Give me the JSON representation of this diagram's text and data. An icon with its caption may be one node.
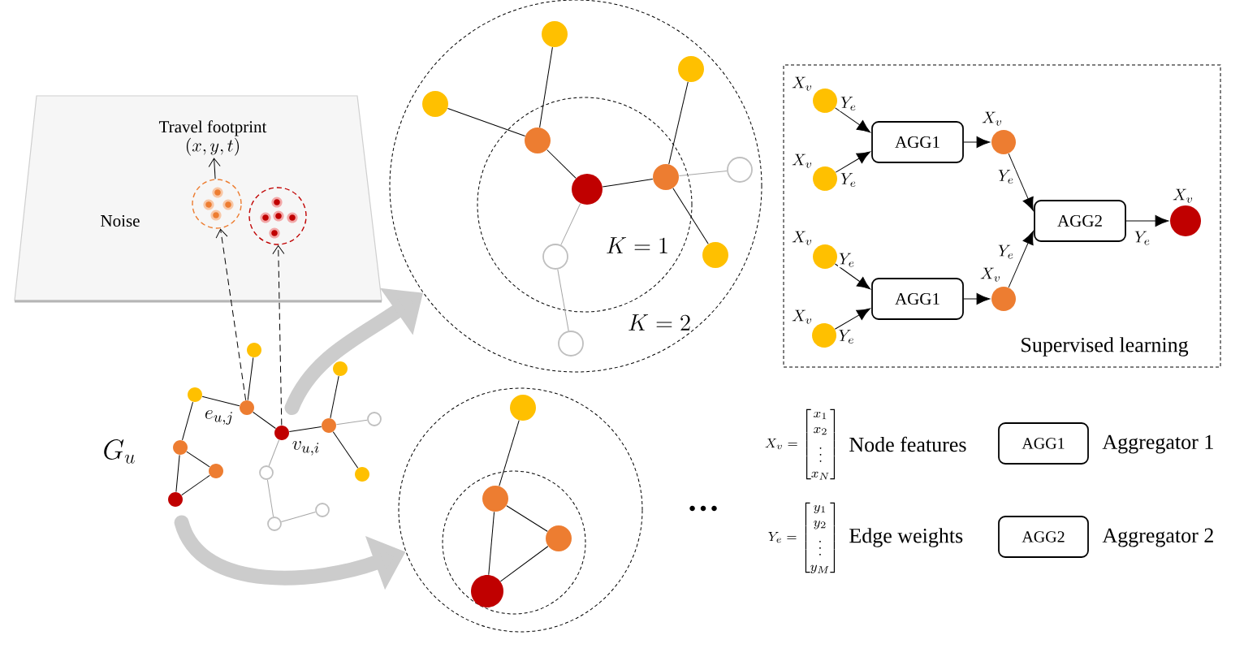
{
  "diagram": {
    "nodes": [
      {
        "text": [
          "Noise"
        ]
      },
      {
        "text": [
          "Travel footprint",
          "(x,y,t)"
        ],
        "in": 0
      },
      {
        "text": [],
        "shape": "circle",
        "in": 0
      },
      {
        "text": [],
        "shape": "circle",
        "in": 0
      },
      {
        "text": [],
        "shape": "circle"
      },
      {
        "text": [],
        "shape": "circle"
      },
      {
        "text": [],
        "shape": "circle"
      },
      {
        "text": [],
        "shape": "circle",
        "beside": [
          "v_{u,i}"
        ]
      },
      {
        "text": [],
        "shape": "circle"
      },
      {
        "text": [],
        "shape": "circle"
      },
      {
        "text": [],
        "shape": "circle"
      },
      {
        "text": [],
        "shape": "circle"
      },
      {
        "text": [],
        "shape": "circle"
      },
      {
        "text": [],
        "shape": "circle"
      },
      {
        "text": [],
        "shape": "circle"
      },
      {
        "text": [],
        "shape": "circle"
      },
      {
        "text": [],
        "shape": "circle"
      },
      {
        "text": [],
        "shape": "circle"
      },
      {
        "text": [
          "K = 2"
        ]
      },
      {
        "text": [
          "K = 1"
        ],
        "in": 18
      },
      {
        "text": [],
        "shape": "circle",
        "in": 18
      },
      {
        "text": [],
        "shape": "circle",
        "in": 18
      },
      {
        "text": [],
        "shape": "circle",
        "in": 18
      },
      {
        "text": [],
        "shape": "circle",
        "in": 19
      },
      {
        "text": [],
        "shape": "circle",
        "in": 19
      },
      {
        "text": [],
        "shape": "circle",
        "in": 19
      },
      {
        "text": [],
        "shape": "circle",
        "in": 18
      },
      {
        "text": [],
        "shape": "circle",
        "in": 18
      },
      {
        "text": [],
        "shape": "circle",
        "in": 19
      },
      {
        "text": [],
        "shape": "circle",
        "in": 18
      },
      {
        "text": [],
        "shape": "circle"
      },
      {
        "text": [],
        "shape": "circle",
        "in": 30
      },
      {
        "text": [],
        "shape": "circle",
        "in": 30
      },
      {
        "text": [],
        "shape": "circle",
        "in": 31
      },
      {
        "text": [],
        "shape": "circle",
        "in": 31
      },
      {
        "text": [],
        "shape": "circle",
        "in": 31
      },
      {
        "text": [
          "Supervised learning"
        ]
      },
      {
        "text": [],
        "shape": "circle",
        "in": 36,
        "beside": [
          "X_v"
        ]
      },
      {
        "text": [],
        "shape": "circle",
        "in": 36,
        "beside": [
          "X_v"
        ]
      },
      {
        "text": [
          "AGG1"
        ],
        "in": 36
      },
      {
        "text": [],
        "shape": "circle",
        "in": 36,
        "beside": [
          "X_v"
        ]
      },
      {
        "text": [],
        "shape": "circle",
        "in": 36,
        "beside": [
          "X_v"
        ]
      },
      {
        "text": [],
        "shape": "circle",
        "in": 36,
        "beside": [
          "X_v"
        ]
      },
      {
        "text": [
          "AGG1"
        ],
        "in": 36
      },
      {
        "text": [],
        "shape": "circle",
        "in": 36,
        "beside": [
          "X_v"
        ]
      },
      {
        "text": [
          "AGG2"
        ],
        "in": 36
      },
      {
        "text": [],
        "shape": "circle",
        "in": 36,
        "beside": [
          "X_v"
        ]
      },
      {
        "text": [
          "AGG1"
        ],
        "beside": [
          "Aggregator 1"
        ]
      },
      {
        "text": [
          "AGG2"
        ],
        "beside": [
          "Aggregator 2"
        ]
      }
    ],
    "edges": [
      {
        "from": 4,
        "to": 6,
        "arrow": "none",
        "label": "e_{u,j}"
      },
      {
        "from": 5,
        "to": 6,
        "arrow": "none"
      },
      {
        "from": 6,
        "to": 7,
        "arrow": "none"
      },
      {
        "from": 7,
        "to": 8,
        "arrow": "none"
      },
      {
        "from": 8,
        "to": 9,
        "arrow": "none"
      },
      {
        "from": 8,
        "to": 10,
        "arrow": "none",
        "color": "#a6a6a6"
      },
      {
        "from": 8,
        "to": 11,
        "arrow": "none"
      },
      {
        "from": 4,
        "to": 12,
        "arrow": "none"
      },
      {
        "from": 12,
        "to": 13,
        "arrow": "none"
      },
      {
        "from": 12,
        "to": 14,
        "arrow": "none"
      },
      {
        "from": 13,
        "to": 14,
        "arrow": "none"
      },
      {
        "from": 7,
        "to": 15,
        "arrow": "none",
        "color": "#a6a6a6"
      },
      {
        "from": 15,
        "to": 16,
        "arrow": "none",
        "color": "#a6a6a6"
      },
      {
        "from": 16,
        "to": 17,
        "arrow": "none",
        "color": "#a6a6a6"
      },
      {
        "from": 6,
        "to": 2,
        "arrow": "to",
        "style": "dashed"
      },
      {
        "from": 7,
        "to": 3,
        "arrow": "to",
        "style": "dashed"
      },
      {
        "from": 2,
        "to": 1,
        "arrow": "to"
      },
      {
        "from": 7,
        "to": 18,
        "arrow": "to",
        "style": "thick",
        "color": "#cccccc"
      },
      {
        "from": 14,
        "to": 30,
        "arrow": "to",
        "style": "thick",
        "color": "#cccccc"
      },
      {
        "from": 20,
        "to": 23,
        "arrow": "none"
      },
      {
        "from": 21,
        "to": 23,
        "arrow": "none"
      },
      {
        "from": 23,
        "to": 24,
        "arrow": "none"
      },
      {
        "from": 24,
        "to": 25,
        "arrow": "none"
      },
      {
        "from": 22,
        "to": 25,
        "arrow": "none"
      },
      {
        "from": 25,
        "to": 26,
        "arrow": "none",
        "color": "#a6a6a6"
      },
      {
        "from": 25,
        "to": 27,
        "arrow": "none"
      },
      {
        "from": 24,
        "to": 28,
        "arrow": "none",
        "color": "#a6a6a6"
      },
      {
        "from": 28,
        "to": 29,
        "arrow": "none",
        "color": "#a6a6a6"
      },
      {
        "from": 32,
        "to": 33,
        "arrow": "none"
      },
      {
        "from": 33,
        "to": 34,
        "arrow": "none"
      },
      {
        "from": 33,
        "to": 35,
        "arrow": "none"
      },
      {
        "from": 34,
        "to": 35,
        "arrow": "none"
      },
      {
        "from": 37,
        "to": 39,
        "arrow": "to",
        "label": "Y_e"
      },
      {
        "from": 38,
        "to": 39,
        "arrow": "to",
        "label": "Y_e"
      },
      {
        "from": 39,
        "to": 40,
        "arrow": "to"
      },
      {
        "from": 41,
        "to": 43,
        "arrow": "to",
        "label": "Y_e"
      },
      {
        "from": 42,
        "to": 43,
        "arrow": "to",
        "label": "Y_e"
      },
      {
        "from": 43,
        "to": 44,
        "arrow": "to"
      },
      {
        "from": 40,
        "to": 45,
        "arrow": "to",
        "label": "Y_e"
      },
      {
        "from": 44,
        "to": 45,
        "arrow": "to",
        "label": "Y_e"
      },
      {
        "from": 45,
        "to": 46,
        "arrow": "to",
        "label": "Y_e"
      }
    ],
    "labels": [
      "G_u",
      "…",
      "X_v = \\begin{bmatrix}x_1\\\\ x_2\\\\ \\vdots\\\\ x_N\\end{bmatrix}",
      "Node features",
      "Y_e = \\begin{bmatrix}y_1\\\\ y_2\\\\ \\vdots\\\\ y_M\\end{bmatrix}",
      "Edge weights"
    ]
  }
}
